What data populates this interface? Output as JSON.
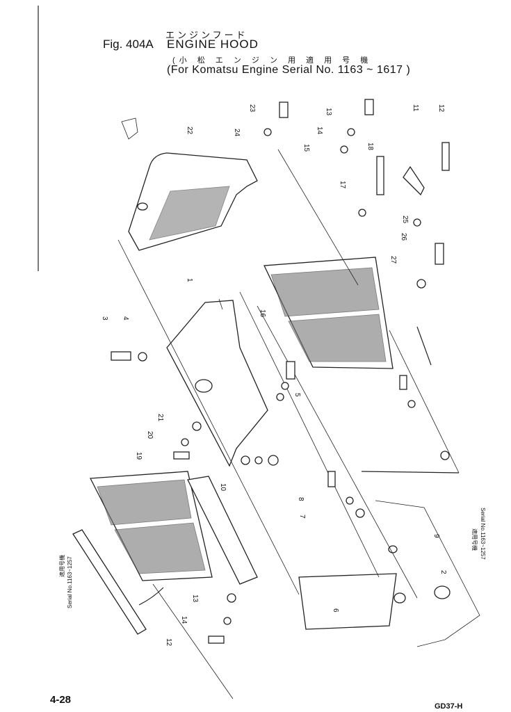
{
  "header": {
    "figure_label": "Fig. 404A",
    "title_jp": "エンジンフード",
    "title_en": "ENGINE HOOD",
    "subtitle_jp": "(小 松 エ ン ジ ン 用 適 用 号 機",
    "subtitle_en": "(For Komatsu Engine Serial No. 1163 ~ 1617 )"
  },
  "parts": [
    {
      "id": "23",
      "label": "23"
    },
    {
      "id": "24",
      "label": "24"
    },
    {
      "id": "22",
      "label": "22"
    },
    {
      "id": "13a",
      "label": "13"
    },
    {
      "id": "14a",
      "label": "14"
    },
    {
      "id": "15",
      "label": "15"
    },
    {
      "id": "18",
      "label": "18"
    },
    {
      "id": "17",
      "label": "17"
    },
    {
      "id": "11",
      "label": "11"
    },
    {
      "id": "12",
      "label": "12"
    },
    {
      "id": "25",
      "label": "25"
    },
    {
      "id": "26",
      "label": "26"
    },
    {
      "id": "27",
      "label": "27"
    },
    {
      "id": "16",
      "label": "16"
    },
    {
      "id": "1",
      "label": "1"
    },
    {
      "id": "3",
      "label": "3"
    },
    {
      "id": "4",
      "label": "4"
    },
    {
      "id": "21",
      "label": "21"
    },
    {
      "id": "20",
      "label": "20"
    },
    {
      "id": "19",
      "label": "19"
    },
    {
      "id": "10",
      "label": "10"
    },
    {
      "id": "9",
      "label": "9"
    },
    {
      "id": "8",
      "label": "8"
    },
    {
      "id": "7",
      "label": "7"
    },
    {
      "id": "6",
      "label": "6"
    },
    {
      "id": "5",
      "label": "5"
    },
    {
      "id": "2",
      "label": "2"
    },
    {
      "id": "13b",
      "label": "13"
    },
    {
      "id": "14b",
      "label": "14"
    },
    {
      "id": "12b",
      "label": "12"
    }
  ],
  "notes": {
    "left_serial": "Serial No.1163~1257",
    "left_serial_jp": "適用号機",
    "right_serial": "Serial No.1163~1257",
    "right_serial_jp": "適用号機"
  },
  "footer": {
    "page_number": "4-28",
    "model_code": "GD37-H"
  }
}
